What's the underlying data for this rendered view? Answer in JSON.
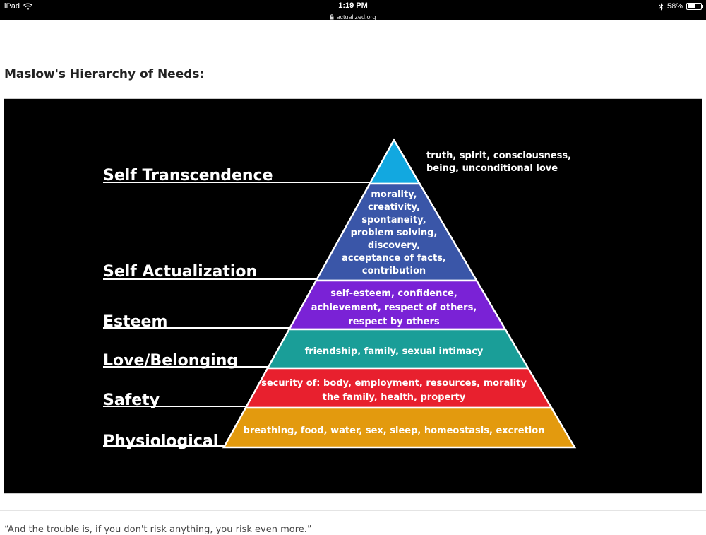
{
  "status_bar": {
    "device": "iPad",
    "time": "1:19 PM",
    "url": "actualized.org",
    "battery": "58%",
    "battery_level": 0.58,
    "icons": [
      "wifi-icon",
      "lock-icon",
      "bluetooth-icon",
      "battery-icon"
    ]
  },
  "article": {
    "heading": "Maslow's Hierarchy of Needs:",
    "following_text": "“And the trouble is, if you don't risk anything, you risk even more.”"
  },
  "pyramid": {
    "levels": [
      {
        "label": "Self Transcendence",
        "color": "#12a8e0",
        "description": [
          "truth, spirit, consciousness,",
          "being, unconditional love"
        ]
      },
      {
        "label": "Self Actualization",
        "color": "#3a56a8",
        "description": [
          "morality,",
          "creativity,",
          "spontaneity,",
          "problem solving,",
          "discovery,",
          "acceptance of facts,",
          "contribution"
        ]
      },
      {
        "label": "Esteem",
        "color": "#7a22d6",
        "description": [
          "self-esteem, confidence,",
          "achievement, respect of others,",
          "respect by others"
        ]
      },
      {
        "label": "Love/Belonging",
        "color": "#1a9e98",
        "description": [
          "friendship, family, sexual intimacy"
        ]
      },
      {
        "label": "Safety",
        "color": "#e8202e",
        "description": [
          "security of: body, employment, resources, morality",
          "the family, health, property"
        ]
      },
      {
        "label": "Physiological",
        "color": "#e39a0e",
        "description": [
          "breathing, food, water, sex, sleep, homeostasis, excretion"
        ]
      }
    ]
  }
}
